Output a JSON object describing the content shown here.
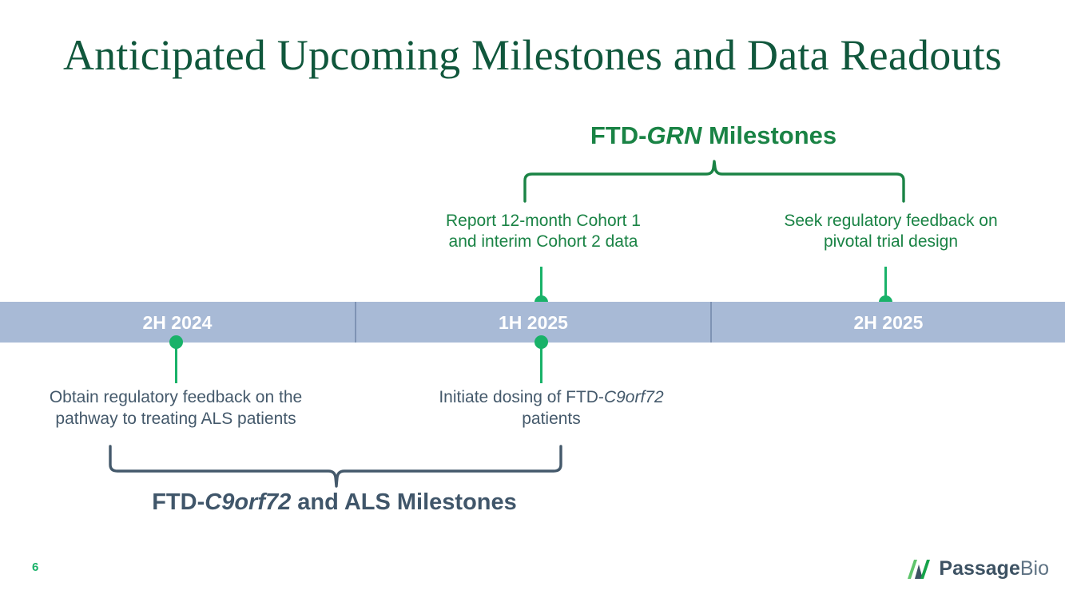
{
  "slide": {
    "title": "Anticipated Upcoming Milestones and Data Readouts",
    "page_number": "6"
  },
  "colors": {
    "title_green": "#10573c",
    "accent_green": "#1a8345",
    "marker_green": "#19b269",
    "bar_blue": "#a8bad6",
    "bar_divider": "#7e93b4",
    "slate_text": "#44596b",
    "bar_label_text": "#ffffff"
  },
  "timeline": {
    "periods": [
      {
        "label": "2H 2024"
      },
      {
        "label": "1H 2025"
      },
      {
        "label": "2H 2025"
      }
    ]
  },
  "grn_group": {
    "heading_pre": "FTD-",
    "heading_italic": "GRN",
    "heading_post": " Milestones",
    "heading_full": "FTD-GRN Milestones",
    "milestones": [
      {
        "line1": "Report 12-month Cohort 1",
        "line2": "and interim Cohort 2 data",
        "period": "1H 2025"
      },
      {
        "line1": "Seek regulatory feedback on",
        "line2": "pivotal trial design",
        "period": "2H 2025"
      }
    ]
  },
  "c9_group": {
    "heading_pre": "FTD-",
    "heading_italic": "C9orf72",
    "heading_post": " and ALS Milestones",
    "heading_full": "FTD-C9orf72 and ALS Milestones",
    "milestones": [
      {
        "line1": "Obtain regulatory feedback on the",
        "line2": "pathway to treating ALS patients",
        "period": "2H 2024"
      },
      {
        "line1_pre": "Initiate dosing of FTD-",
        "line1_italic": "C9orf72",
        "line2": "patients",
        "period": "1H 2025"
      }
    ]
  },
  "logo": {
    "brand_bold": "Passage",
    "brand_light": "Bio"
  }
}
